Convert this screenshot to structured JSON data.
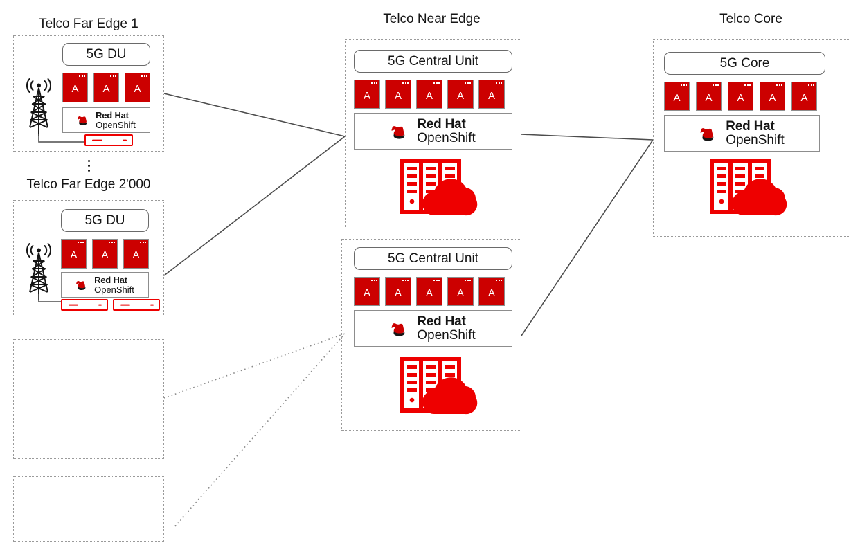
{
  "diagram": {
    "title": "Red Hat OpenShift 5G RAN and Core distributed telco architecture",
    "colors": {
      "red": "#cc0000",
      "switch_red": "#ee0000",
      "box_border": "#6a6a6a",
      "zone_border": "#9a9a9a",
      "text": "#151515"
    },
    "platform_label": {
      "line1": "Red Hat",
      "line2": "OpenShift"
    },
    "app_tile_glyph": "A",
    "ellipsis_label": "vertical-ellipsis"
  },
  "zones": [
    {
      "id": "far-edge-1",
      "title": "Telco Far Edge 1",
      "function_box": "5G DU",
      "apps": [
        "A",
        "A",
        "A"
      ],
      "platform": {
        "line1": "Red Hat",
        "line2": "OpenShift"
      },
      "switches": 1,
      "has_tower": true,
      "has_datacenter": false
    },
    {
      "id": "far-edge-2000",
      "title": "Telco Far Edge 2'000",
      "function_box": "5G DU",
      "apps": [
        "A",
        "A",
        "A"
      ],
      "platform": {
        "line1": "Red Hat",
        "line2": "OpenShift"
      },
      "switches": 2,
      "has_tower": true,
      "has_datacenter": false
    },
    {
      "id": "far-edge-empty-1",
      "title": "",
      "function_box": "",
      "apps": [],
      "platform": null,
      "switches": 0,
      "has_tower": false,
      "has_datacenter": false
    },
    {
      "id": "far-edge-empty-2",
      "title": "",
      "function_box": "",
      "apps": [],
      "platform": null,
      "switches": 0,
      "has_tower": false,
      "has_datacenter": false
    },
    {
      "id": "near-edge-1",
      "title": "Telco Near Edge",
      "function_box": "5G Central Unit",
      "apps": [
        "A",
        "A",
        "A",
        "A",
        "A"
      ],
      "platform": {
        "line1": "Red Hat",
        "line2": "OpenShift"
      },
      "switches": 0,
      "has_tower": false,
      "has_datacenter": true
    },
    {
      "id": "near-edge-2",
      "title": "",
      "function_box": "5G Central Unit",
      "apps": [
        "A",
        "A",
        "A",
        "A",
        "A"
      ],
      "platform": {
        "line1": "Red Hat",
        "line2": "OpenShift"
      },
      "switches": 0,
      "has_tower": false,
      "has_datacenter": true
    },
    {
      "id": "core",
      "title": "Telco Core",
      "function_box": "5G Core",
      "apps": [
        "A",
        "A",
        "A",
        "A",
        "A"
      ],
      "platform": {
        "line1": "Red Hat",
        "line2": "OpenShift"
      },
      "switches": 0,
      "has_tower": false,
      "has_datacenter": true
    }
  ]
}
